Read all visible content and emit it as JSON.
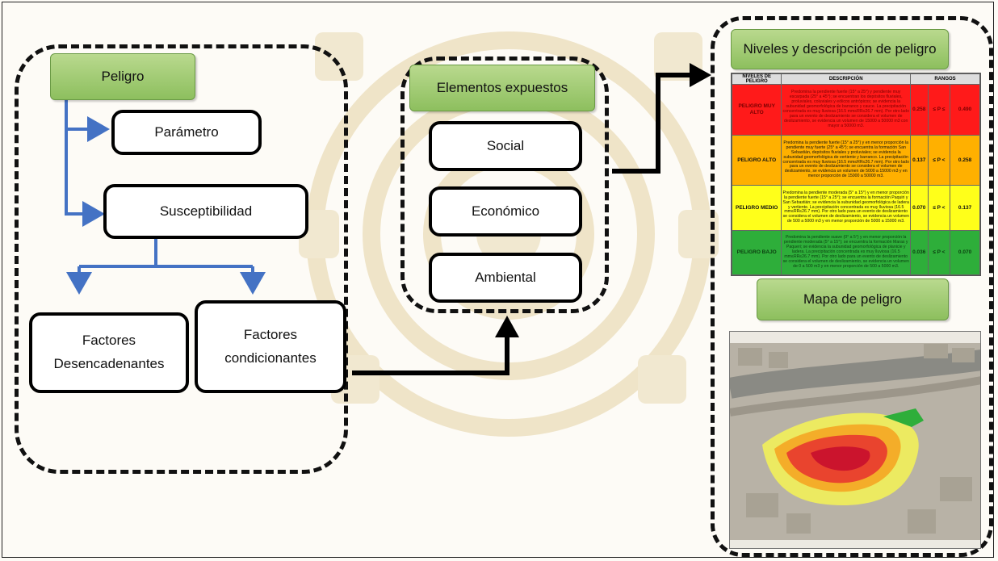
{
  "left": {
    "peligro": "Peligro",
    "parametro": "Parámetro",
    "susceptibilidad": "Susceptibilidad",
    "factores_desencadenantes": [
      "Factores",
      "Desencadenantes"
    ],
    "factores_condicionantes": [
      "Factores",
      "condicionantes"
    ]
  },
  "middle": {
    "title": "Elementos expuestos",
    "items": [
      "Social",
      "Económico",
      "Ambiental"
    ]
  },
  "right": {
    "niveles_title": "Niveles y descripción de peligro",
    "mapa_title": "Mapa de peligro",
    "table": {
      "headers": [
        "NIVELES DE PELIGRO",
        "DESCRIPCIÓN",
        "RANGOS"
      ],
      "rows": [
        {
          "level": "PELIGRO MUY ALTO",
          "color": "#ff1a1a",
          "text_color": "#7a0000",
          "description": "Predomina la pendiente fuerte (15° a 25°) y pendiente muy escarpada (25° a 45°); se encuentran los depósitos fluviales, proluviales, coluviales y eólicos antrópicos; se evidencia la subunidad geomorfológica de barranco y cauce. La precipitación concentrada es muy lluviosa (16.5 mm≤RR≤26.7 mm). Por otro lado para un evento de deslizamiento se considera el volumen de deslizamiento, se evidencia un volumen de 15000 a 50000 m3 con mayor a 50000 m3.",
          "low": "0.258",
          "op": "≤ P ≤",
          "high": "0.490"
        },
        {
          "level": "PELIGRO ALTO",
          "color": "#ffb000",
          "text_color": "#111111",
          "description": "Predomina la pendiente fuerte (15° a 25°) y en menor proporción la pendiente muy fuerte (25° a 45°); se encuentra la formación San Sebastián, depósitos fluviales y proluviales; se evidencia la subunidad geomorfológica de vertiente y barranco. La precipitación concentrada es muy lluviosa (16.5 mm≤RR≤26.7 mm). Por otro lado para un evento de deslizamiento se considera el volumen de deslizamiento, se evidencia un volumen de 5000 a 15000 m3 y en menor proporción de 15000 a 50000 m3.",
          "low": "0.137",
          "op": "≤ P <",
          "high": "0.258"
        },
        {
          "level": "PELIGRO MEDIO",
          "color": "#ffff1a",
          "text_color": "#111111",
          "description": "Predomina la pendiente moderada (5° a 15°) y en menor proporción la pendiente fuerte (15° a 25°); se encuentra la formación Paquiri y San Sebastián; se evidencia la subunidad geomorfológica de ladera y vertiente. La precipitación concentrada es muy lluviosa (16.5 mm≤RR≤26.7 mm). Por otro lado para un evento de deslizamiento se considera el volumen de deslizamiento, se evidencia un volumen de 500 a 5000 m3 y en menor proporción de 5000 a 15000 m3.",
          "low": "0.070",
          "op": "≤ P <",
          "high": "0.137"
        },
        {
          "level": "PELIGRO BAJO",
          "color": "#2eae3a",
          "text_color": "#0b3d10",
          "description": "Predomina la pendiente suave (0° a 5°) y en menor proporción la pendiente moderada (5° a 15°); se encuentra la formación Maras y Paqueri; se evidencia la subunidad geomorfológica de planicie y ladera. La precipitación concentrada es muy lluviosa (16.5 mm≤RR≤26.7 mm). Por otro lado para un evento de deslizamiento se considera el volumen de deslizamiento, se evidencia un volumen de 0 a 500 m3 y en menor proporción de 500 a 5000 m3.",
          "low": "0.036",
          "op": "≤ P <",
          "high": "0.070"
        }
      ]
    }
  },
  "colors": {
    "arrow_blue": "#4472c4",
    "green_box": "#9bc872",
    "dashed_border": "#111111"
  }
}
